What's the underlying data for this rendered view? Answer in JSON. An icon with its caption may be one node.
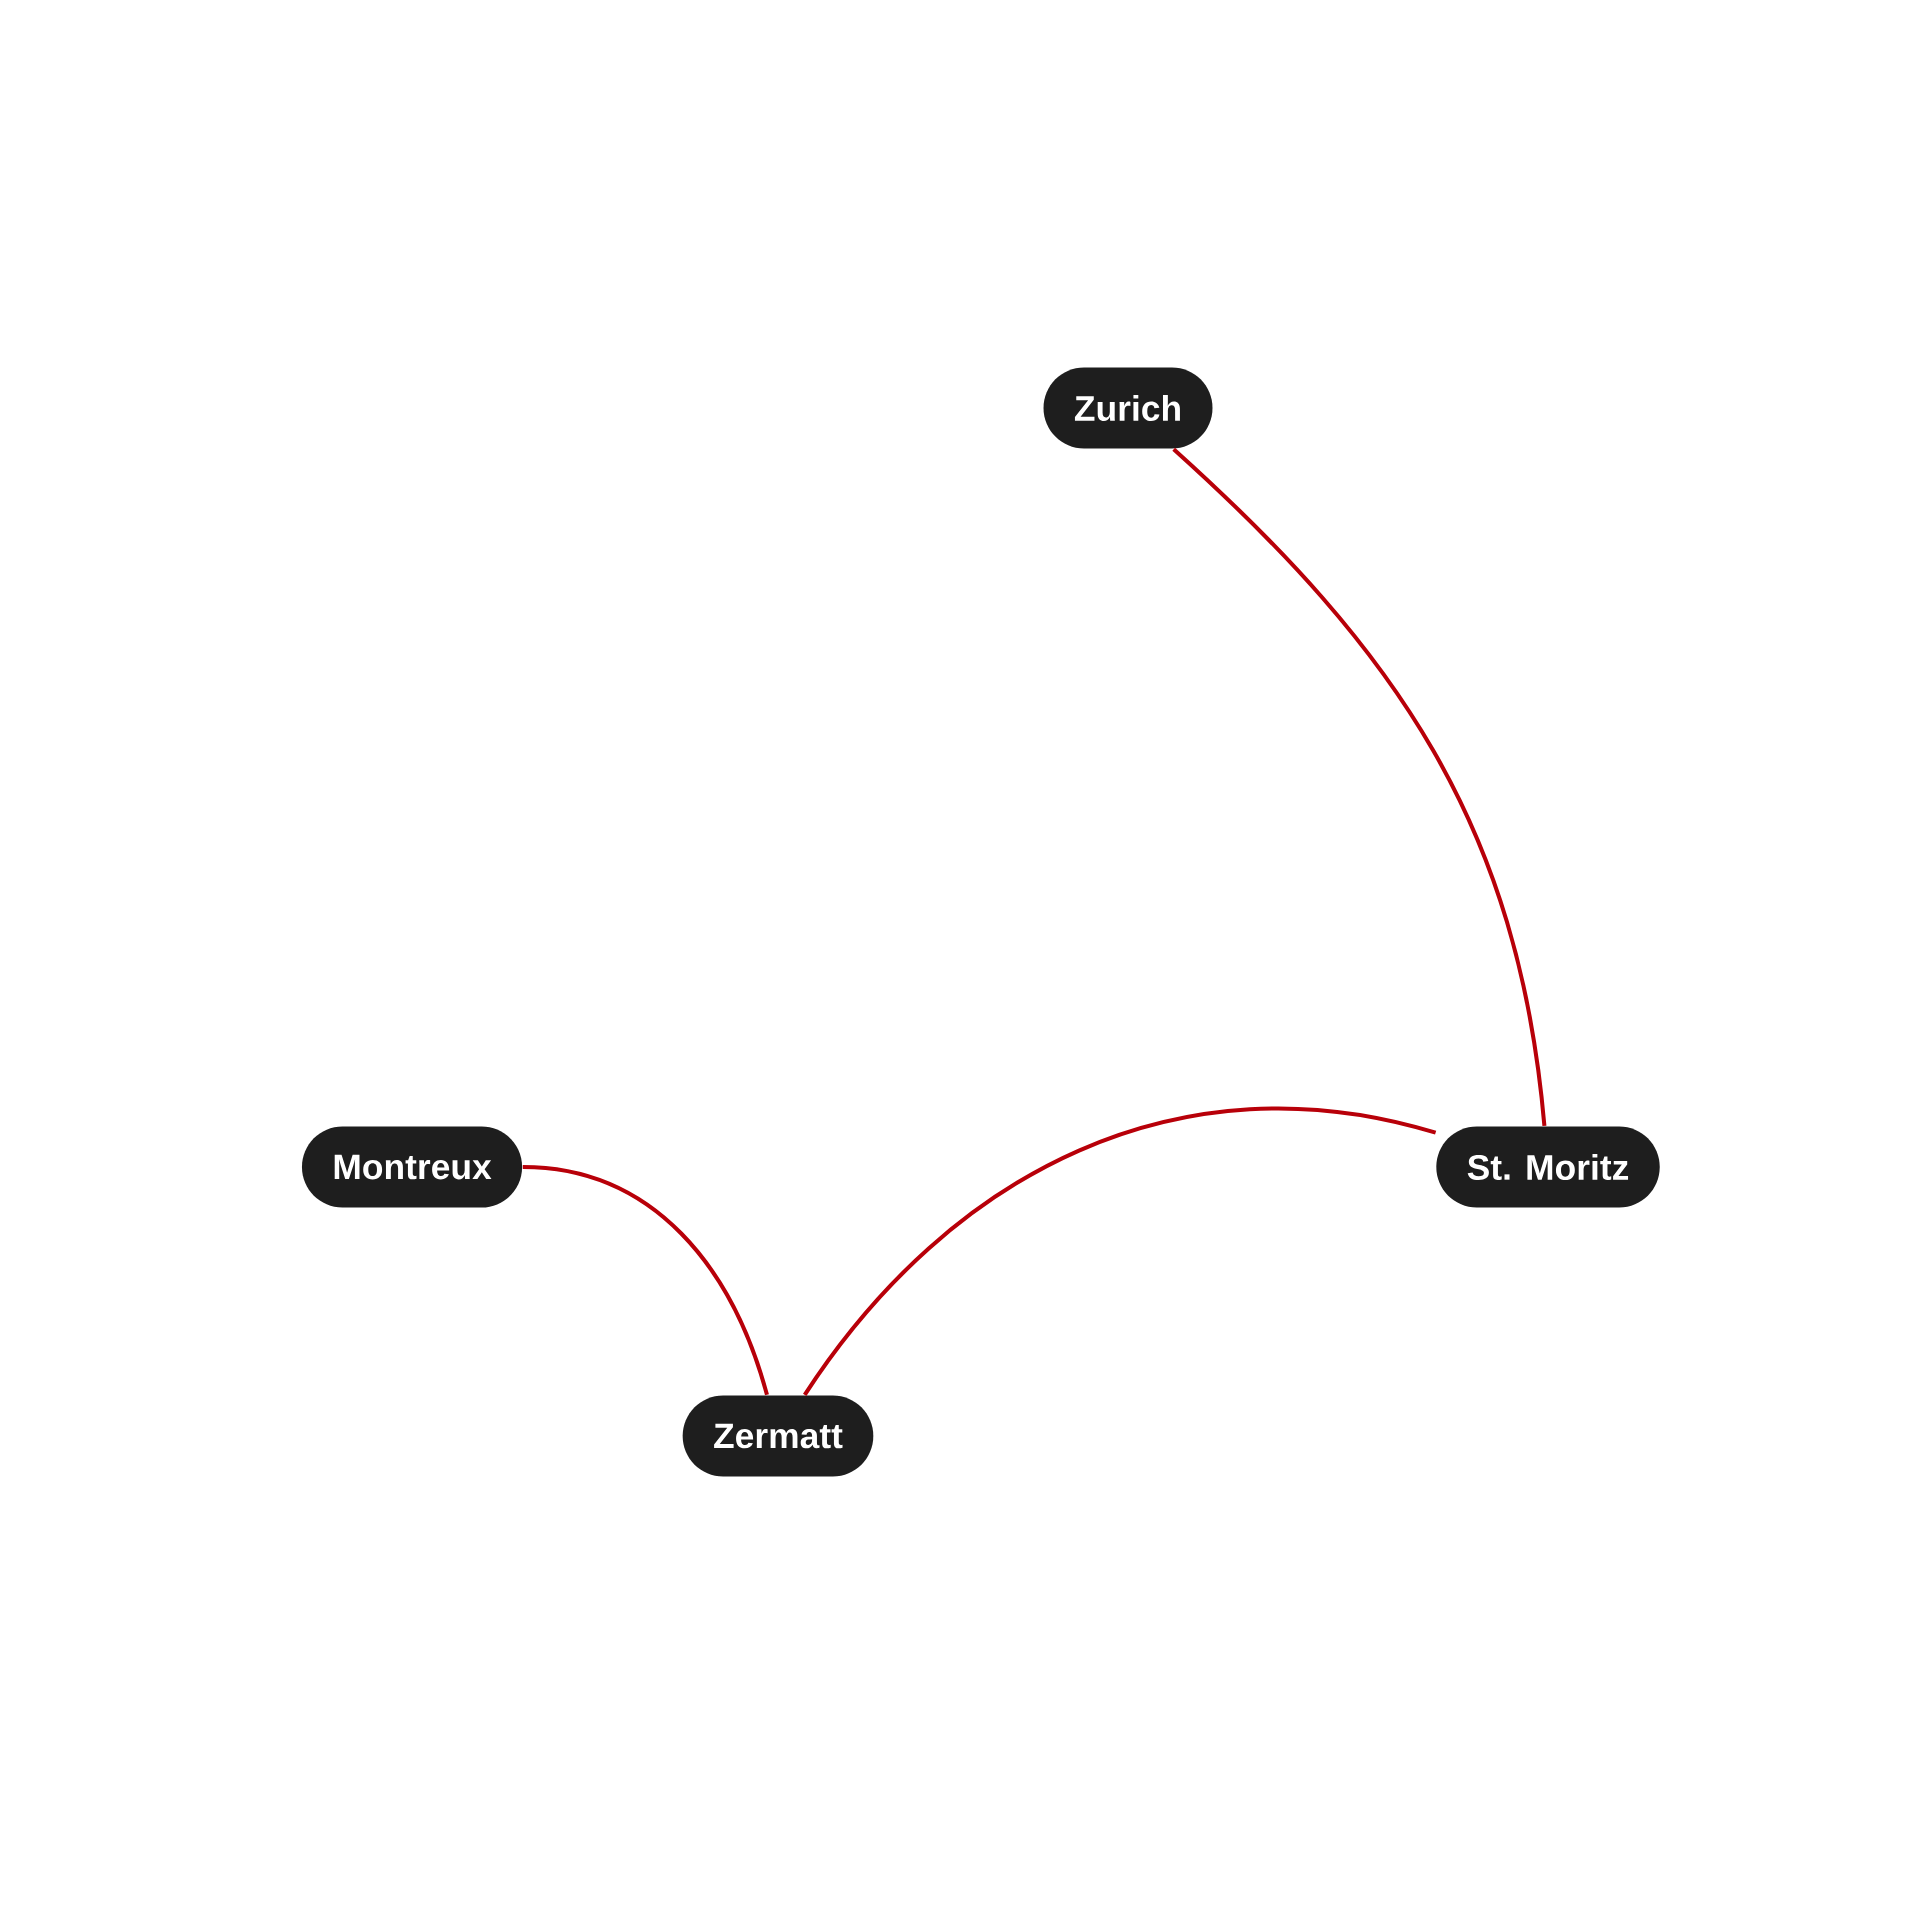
{
  "diagram": {
    "nodes": [
      {
        "text": [
          "Zurich"
        ]
      },
      {
        "text": [
          "Montreux"
        ]
      },
      {
        "text": [
          "St. Moritz"
        ]
      },
      {
        "text": [
          "Zermatt"
        ]
      }
    ],
    "edges": [
      {
        "from": 0,
        "to": 2,
        "arrow": "none"
      },
      {
        "from": 1,
        "to": 3,
        "arrow": "none"
      },
      {
        "from": 3,
        "to": 2,
        "arrow": "none"
      }
    ]
  }
}
